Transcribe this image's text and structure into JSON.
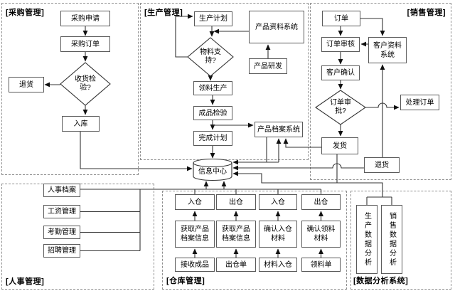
{
  "info_center": {
    "label": "信息中心"
  },
  "modules": {
    "procurement": {
      "title": "[采购管理]",
      "purchase_request": "采购申请",
      "purchase_order": "采购订单",
      "receiving_check": "收货检验?",
      "return_goods": "退货",
      "warehouse_in": "入库"
    },
    "production": {
      "title": "[生产管理]",
      "production_plan": "生产计划",
      "material_support": "物料支持?",
      "material_production": "领料生产",
      "finished_inspection": "成品检验",
      "complete_plan": "完成计划",
      "product_data_system": "产品资料系统",
      "product_rnd": "产品研发",
      "product_archive_system": "产品档案系统"
    },
    "sales": {
      "title": "[销售管理]",
      "order": "订单",
      "order_review": "订单审核",
      "customer_confirm": "客户确认",
      "order_approval": "订单审批?",
      "customer_data_system": "客户资料系统",
      "process_order": "处理订单",
      "dispatch": "发货",
      "return_goods": "退货"
    },
    "hr": {
      "title": "[人事管理]",
      "personnel_files": "人事档案",
      "salary_mgmt": "工资管理",
      "attendance_mgmt": "考勤管理",
      "recruitment_mgmt": "招聘管理"
    },
    "warehouse": {
      "title": "[仓库管理]",
      "columns": [
        {
          "top": "入仓",
          "middle": "获取产品档案信息",
          "bottom": "接收成品"
        },
        {
          "top": "出仓",
          "middle": "获取产品档案信息",
          "bottom": "出仓单"
        },
        {
          "top": "入仓",
          "middle": "确认入仓材料",
          "bottom": "材料入仓"
        },
        {
          "top": "出仓",
          "middle": "确认领料材料",
          "bottom": "领料单"
        }
      ]
    },
    "data_analysis": {
      "title": "[数据分析系统]",
      "production_analysis": "生产数据分析",
      "sales_analysis": "销售数据分析"
    }
  },
  "colors": {
    "background": "#ffffff",
    "line": "#333333",
    "box_border": "#5a5a5a",
    "dashed_border": "#8f8f8f"
  }
}
